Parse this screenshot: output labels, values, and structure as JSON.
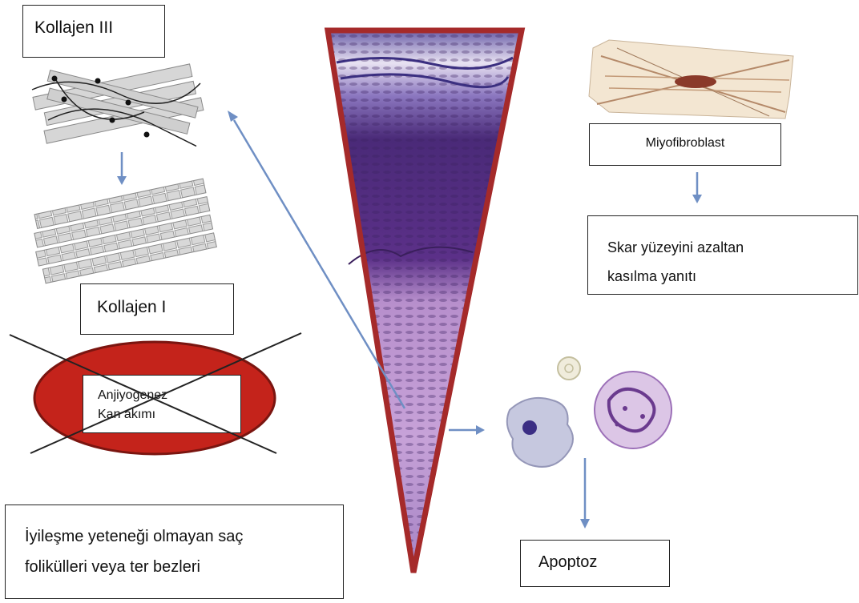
{
  "labels": {
    "kollajen_iii": "Kollajen III",
    "kollajen_i": "Kollajen I",
    "anjiyogenez_line1": "Anjiyogenez",
    "anjiyogenez_line2": "Kan akımı",
    "miyofibroblast": "Miyofibroblast",
    "skar_line1": "Skar yüzeyini azaltan",
    "skar_line2": "kasılma yanıtı",
    "ilesme_line1": "İyileşme yeteneği olmayan saç",
    "ilesme_line2": "folikülleri veya ter bezleri",
    "apoptoz": "Apoptoz"
  },
  "colors": {
    "arrow": "#6f8fc4",
    "wedge_border": "#a52a2a",
    "ellipse_fill": "#c4231b",
    "tissue_dark": "#5a2e86",
    "tissue_light": "#c9a8d8"
  }
}
